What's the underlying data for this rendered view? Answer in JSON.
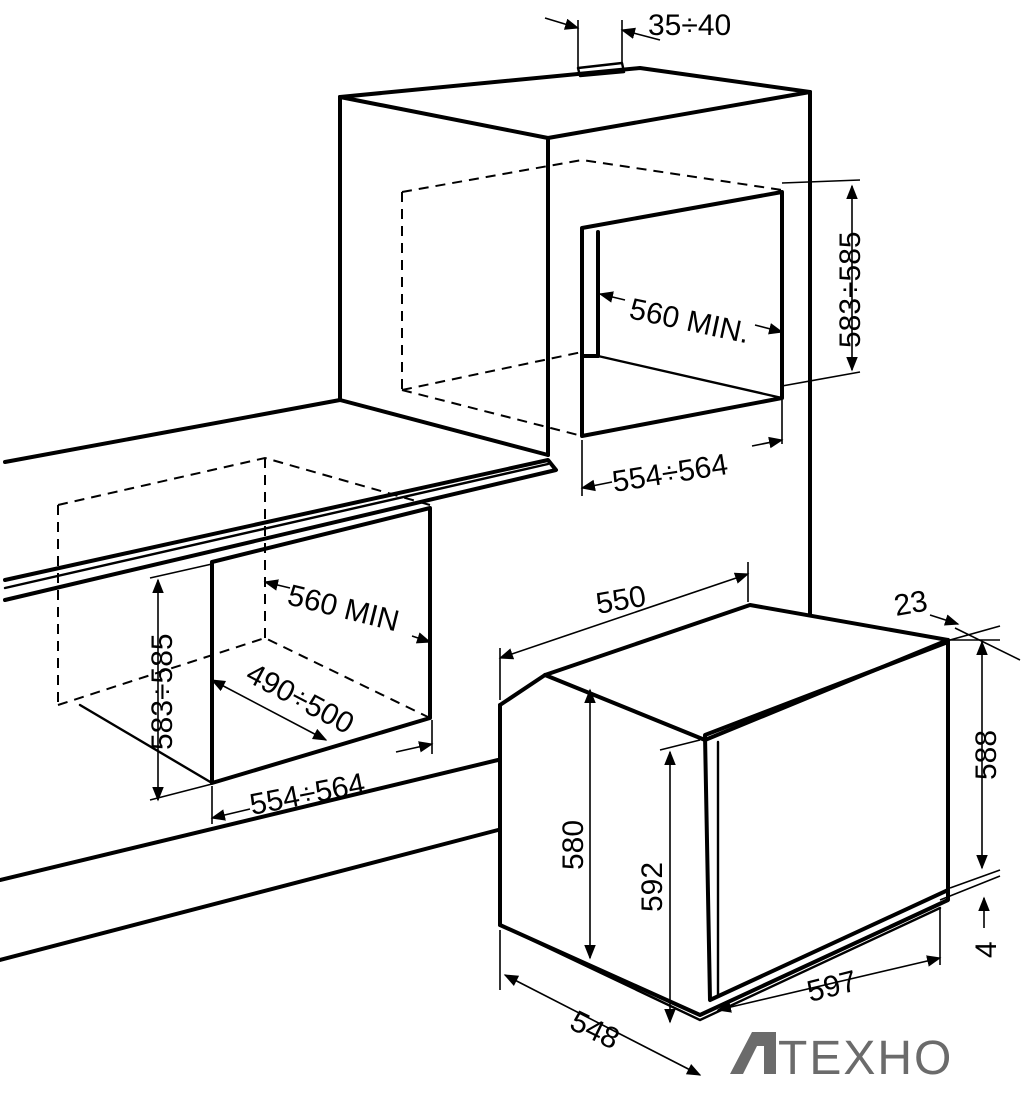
{
  "labels": {
    "top_gap": "35÷40",
    "upper_niche_height": "583÷585",
    "upper_niche_depth": "560 MIN.",
    "upper_niche_width": "554÷564",
    "lower_niche_depth": "560 MIN",
    "lower_niche_height": "583÷585",
    "lower_niche_inner_depth": "490÷500",
    "lower_niche_width": "554÷564",
    "oven_width": "550",
    "oven_door_thickness": "23",
    "oven_door_height": "588",
    "oven_body_height": "580",
    "oven_front_height": "592",
    "oven_bottom_gap": "4",
    "oven_depth": "548",
    "oven_front_width": "597"
  },
  "logo": {
    "text": "TEXHO",
    "color": "#6b6b6b"
  }
}
